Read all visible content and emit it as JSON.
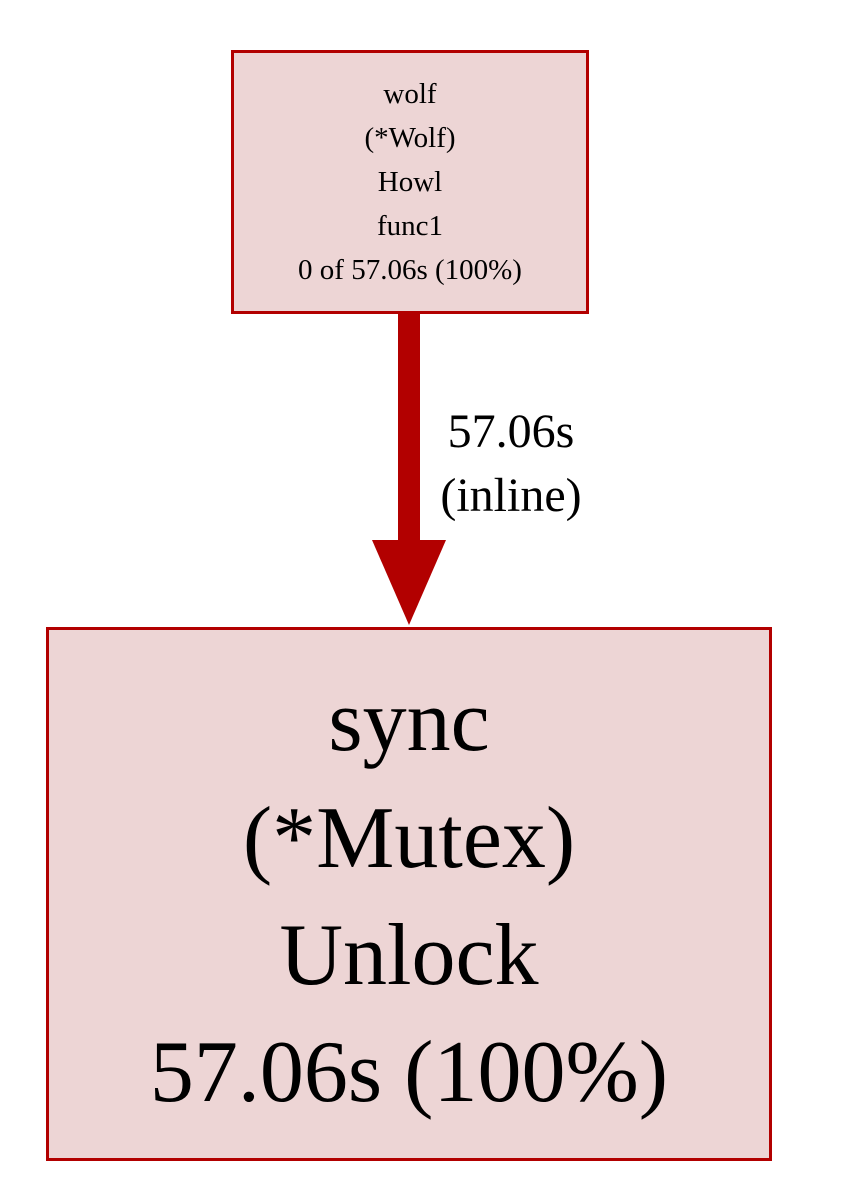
{
  "nodes": [
    {
      "lines": [
        "wolf",
        "(*Wolf)",
        "Howl",
        "func1",
        "0 of 57.06s (100%)"
      ]
    },
    {
      "lines": [
        "sync",
        "(*Mutex)",
        "Unlock",
        "57.06s (100%)"
      ]
    }
  ],
  "edge": {
    "value": "57.06s",
    "note": "(inline)"
  },
  "colors": {
    "border": "#b20000",
    "fill": "#edd5d5"
  }
}
